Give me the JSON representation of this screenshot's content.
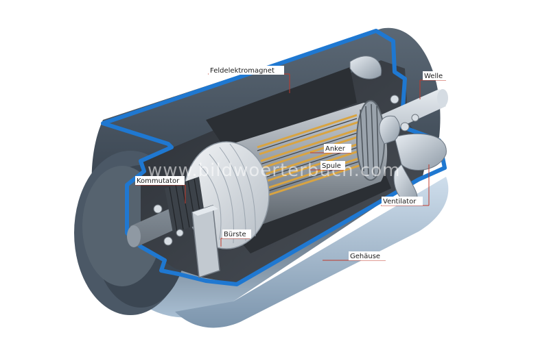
{
  "watermark": "www.bildwoerterbuch.com",
  "labels": {
    "feldelektromagnet": "Feldelektromagnet",
    "welle": "Welle",
    "anker": "Anker",
    "spule": "Spule",
    "kommutator": "Kommutator",
    "ventilator": "Ventilator",
    "buerste": "Bürste",
    "gehaeuse": "Gehäuse"
  },
  "colors": {
    "leader_line": "#c0392b",
    "casing_blue": "#1f78d1",
    "casing_dark": "#3a4653",
    "coil_gold": "#d9a441"
  }
}
